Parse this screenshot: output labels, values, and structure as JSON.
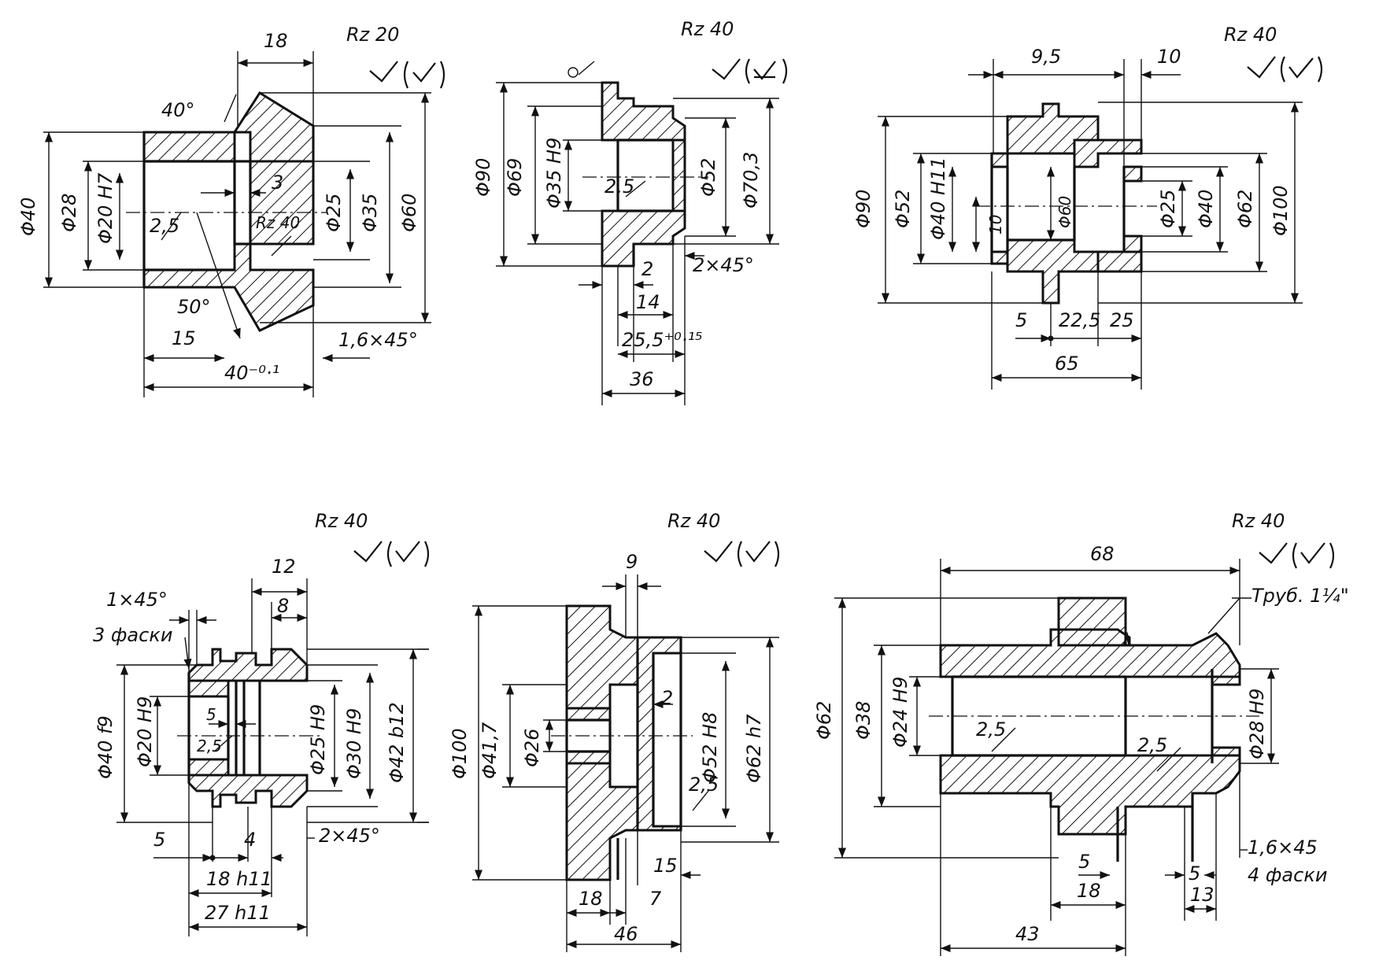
{
  "drawings": [
    {
      "id": "part1",
      "roughness": "Rz 20",
      "labels": {
        "d1": "Φ40",
        "d2": "Φ28",
        "d3": "Φ20 H7",
        "d4": "Φ25",
        "d5": "Φ35",
        "d6": "Φ60",
        "l1": "18",
        "l2": "15",
        "l3": "40⁻⁰·¹",
        "l4": "3",
        "a1": "40°",
        "a2": "50°",
        "r1": "2,5",
        "r2": "Rz 40",
        "ch": "1,6×45°"
      }
    },
    {
      "id": "part2",
      "roughness": "Rz 40",
      "labels": {
        "d1": "Φ90",
        "d2": "Φ69",
        "d3": "Φ35 H9",
        "d4": "Φ52",
        "d5": "Φ70,3",
        "r1": "2,5",
        "l1": "2",
        "l2": "14",
        "l3": "25,5⁺⁰·¹⁵",
        "l4": "36",
        "ch": "2×45°"
      }
    },
    {
      "id": "part3",
      "roughness": "Rz 40",
      "labels": {
        "d1": "Φ90",
        "d2": "Φ52",
        "d3": "Φ40 H11",
        "d4": "Φ60",
        "d5": "Φ25",
        "d6": "Φ40",
        "d7": "Φ62",
        "d8": "Φ100",
        "l1": "9,5",
        "l2": "10",
        "l3": "10",
        "l4": "5",
        "l5": "22,5",
        "l6": "25",
        "l7": "65"
      }
    },
    {
      "id": "part4",
      "roughness": "Rz 40",
      "labels": {
        "c1": "1×45°",
        "c2": "3 фаски",
        "d1": "Φ40 f9",
        "d2": "Φ20 H9",
        "d3": "Φ25 H9",
        "d4": "Φ30 H9",
        "d5": "Φ42 b12",
        "l1": "12",
        "l2": "8",
        "l3": "5",
        "r1": "2,5",
        "l4": "5",
        "l5": "4",
        "l6": "18 h11",
        "l7": "27 h11",
        "ch": "2×45°"
      }
    },
    {
      "id": "part5",
      "roughness": "Rz 40",
      "labels": {
        "d1": "Φ100",
        "d2": "Φ41,7",
        "d3": "Φ26",
        "d4": "Φ52 H8",
        "d5": "Φ62 h7",
        "l1": "9",
        "l2": "2",
        "r1": "2,5",
        "l3": "15",
        "l4": "18",
        "l5": "7",
        "l6": "46"
      }
    },
    {
      "id": "part6",
      "roughness": "Rz 40",
      "labels": {
        "l1": "68",
        "thread": "Труб. 1¼\"",
        "d1": "Φ62",
        "d2": "Φ38",
        "d3": "Φ24 H9",
        "d4": "Φ28 H9",
        "r1": "2,5",
        "r2": "2,5",
        "ch": "1,6×45",
        "l2": "5",
        "l3": "5",
        "c2": "4 фаски",
        "l4": "18",
        "l5": "13",
        "l6": "43"
      }
    }
  ]
}
